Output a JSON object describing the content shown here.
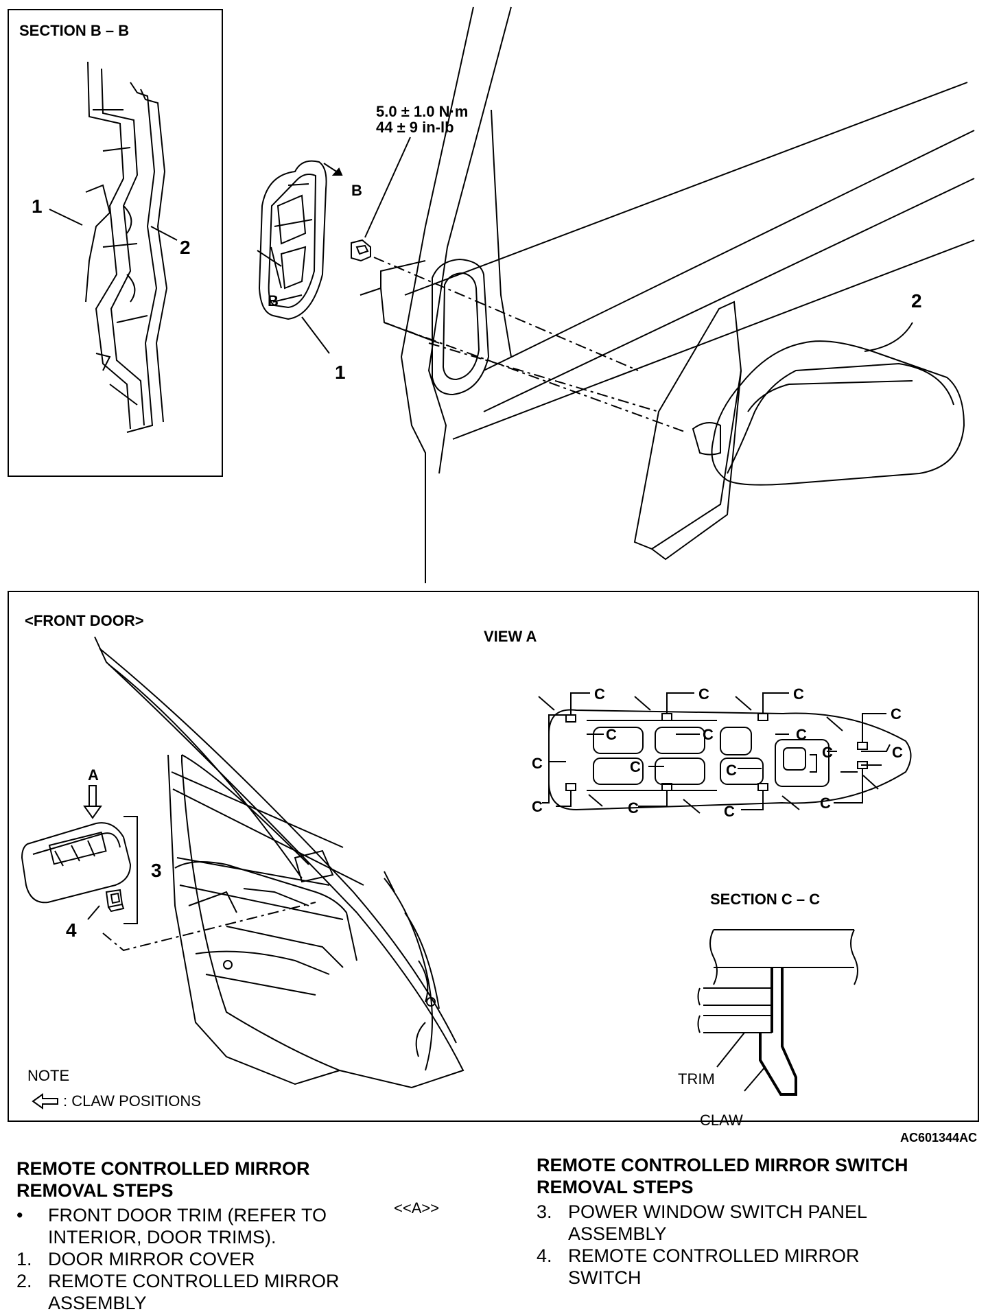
{
  "labels": {
    "section_bb": "SECTION B – B",
    "torque_nm": "5.0 ± 1.0 N·m",
    "torque_inlb": "44 ± 9 in-lb",
    "front_door": "<FRONT DOOR>",
    "view_a": "VIEW A",
    "section_cc": "SECTION C – C",
    "trim": "TRIM",
    "claw": "CLAW",
    "note": "NOTE",
    "claw_positions": ": CLAW POSITIONS",
    "figure_code": "AC601344AC",
    "b_mark": "B",
    "c_mark": "C",
    "a_mark": "A",
    "callout_1": "1",
    "callout_2": "2",
    "callout_3": "3",
    "callout_4": "4"
  },
  "removal_steps": {
    "title": "REMOTE CONTROLLED MIRROR REMOVAL STEPS",
    "items": [
      {
        "num": "•",
        "text": "FRONT DOOR TRIM (REFER TO INTERIOR, DOOR TRIMS)."
      },
      {
        "num": "1.",
        "text": "DOOR MIRROR COVER"
      },
      {
        "num": "2.",
        "text": "REMOTE CONTROLLED MIRROR ASSEMBLY"
      }
    ]
  },
  "switch_steps": {
    "ref": "<<A>>",
    "title": "REMOTE CONTROLLED MIRROR SWITCH REMOVAL STEPS",
    "items": [
      {
        "num": "3.",
        "text": "POWER WINDOW SWITCH PANEL ASSEMBLY"
      },
      {
        "num": "4.",
        "text": "REMOTE CONTROLLED MIRROR SWITCH"
      }
    ]
  }
}
